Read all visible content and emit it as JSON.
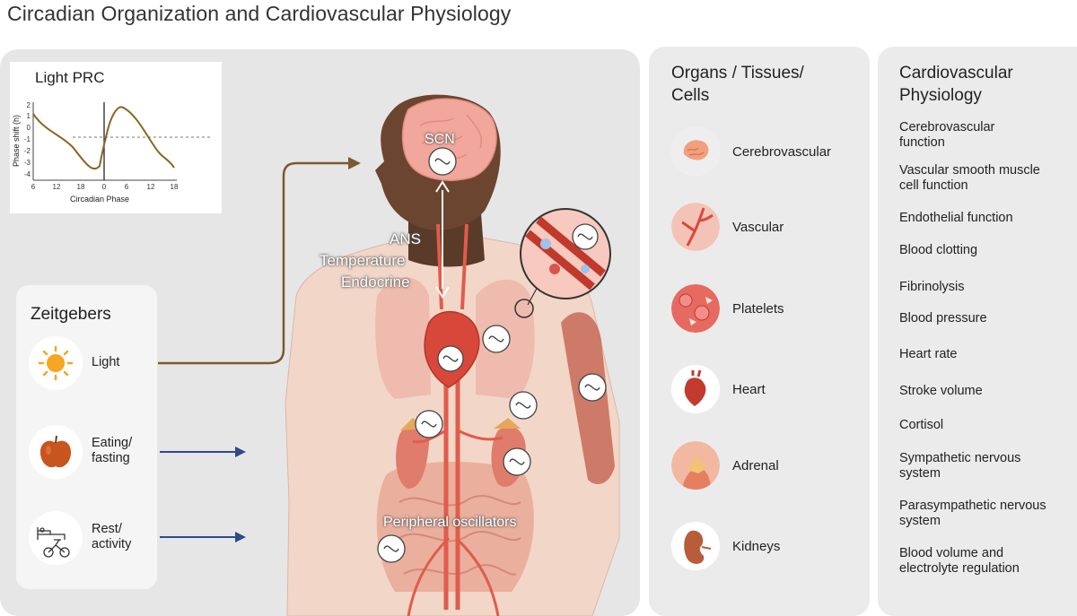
{
  "title": "Circadian Organization and Cardiovascular Physiology",
  "prc": {
    "title": "Light PRC",
    "ylabel": "Phase shift (h)",
    "xlabel": "Circadian Phase",
    "yticks": [
      "2",
      "1",
      "0",
      "-1",
      "-2",
      "-3",
      "-4"
    ],
    "xticks": [
      "6",
      "12",
      "18",
      "0",
      "6",
      "12",
      "18"
    ]
  },
  "zeitgebers": {
    "title": "Zeitgebers",
    "items": [
      {
        "lines": [
          "Light"
        ],
        "icon": "sun-icon"
      },
      {
        "lines": [
          "Eating/",
          "fasting"
        ],
        "icon": "apple-icon"
      },
      {
        "lines": [
          "Rest/",
          "activity"
        ],
        "icon": "bed-bicycle-icon"
      }
    ]
  },
  "body": {
    "scn": "SCN",
    "pathways": [
      "ANS",
      "Temperature",
      "Endocrine"
    ],
    "peripheral": "Peripheral oscillators"
  },
  "organs": {
    "heading": [
      "Organs / Tissues/",
      "Cells"
    ],
    "items": [
      {
        "label": "Cerebrovascular",
        "icon": "brain-icon"
      },
      {
        "label": "Vascular",
        "icon": "vessel-icon"
      },
      {
        "label": "Platelets",
        "icon": "platelets-icon"
      },
      {
        "label": "Heart",
        "icon": "heart-icon"
      },
      {
        "label": "Adrenal",
        "icon": "adrenal-icon"
      },
      {
        "label": "Kidneys",
        "icon": "kidney-icon"
      }
    ]
  },
  "physiology": {
    "heading": [
      "Cardiovascular",
      "Physiology"
    ],
    "items": [
      [
        "Cerebrovascular",
        "function"
      ],
      [
        "Vascular smooth muscle",
        "cell function"
      ],
      [
        "Endothelial function"
      ],
      [
        "Blood clotting"
      ],
      [
        "Fibrinolysis"
      ],
      [
        "Blood pressure"
      ],
      [
        "Heart rate"
      ],
      [
        "Stroke volume"
      ],
      [
        "Cortisol"
      ],
      [
        "Sympathetic nervous",
        "system"
      ],
      [
        "Parasympathetic nervous",
        "system"
      ],
      [
        "Blood volume and",
        "electrolyte regulation"
      ]
    ]
  },
  "colors": {
    "light_arrow": "#7a5a2e",
    "food_arrow": "#2f4a8a",
    "prc_curve": "#8a6420"
  }
}
